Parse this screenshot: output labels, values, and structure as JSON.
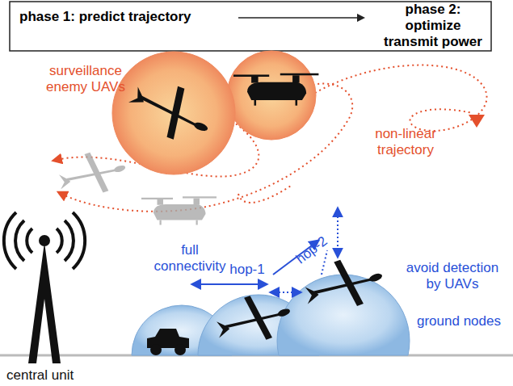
{
  "diagram": {
    "nodes": [
      {
        "text": [
          "phase 1: predict trajectory",
          "phase 2: optimize transmit power"
        ]
      }
    ],
    "labels": [
      "surveillance enemy UAVs",
      "non-linear trajectory",
      "avoid detection by UAVs",
      "full connectivity",
      "hop-1",
      "hop-2",
      "ground nodes",
      "central unit"
    ]
  }
}
